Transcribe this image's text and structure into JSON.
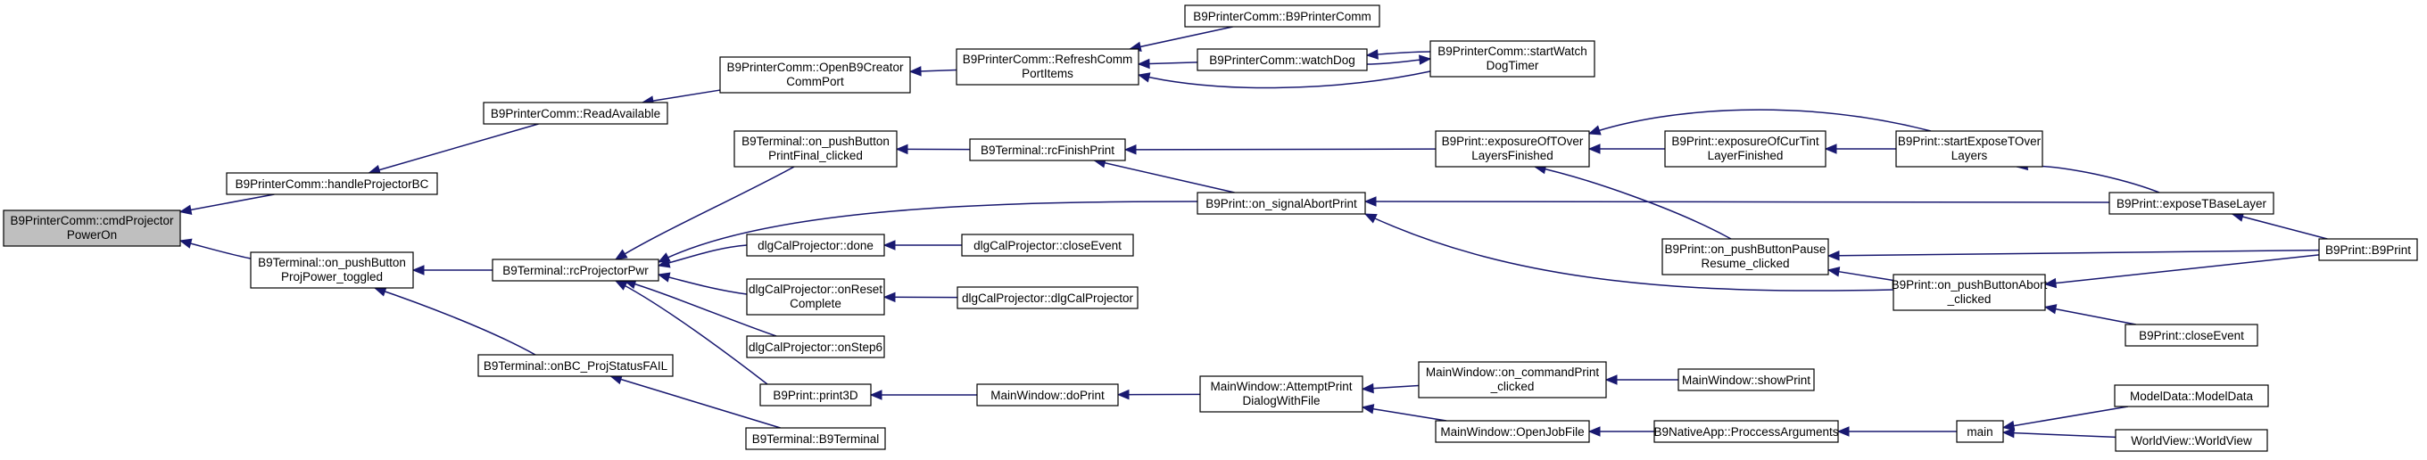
{
  "diagram": {
    "type": "call-graph",
    "colors": {
      "edge": "#191970",
      "node_border": "#000000",
      "node_fill": "#ffffff",
      "root_fill": "#bfbfbf"
    },
    "nodes": [
      {
        "id": "cmdProjectorPowerOn",
        "lines": [
          "B9PrinterComm::cmdProjector",
          "PowerOn"
        ],
        "root": true
      },
      {
        "id": "handleProjectorBC",
        "lines": [
          "B9PrinterComm::handleProjectorBC"
        ]
      },
      {
        "id": "ReadAvailable",
        "lines": [
          "B9PrinterComm::ReadAvailable"
        ]
      },
      {
        "id": "OpenB9CreatorCommPort",
        "lines": [
          "B9PrinterComm::OpenB9Creator",
          "CommPort"
        ]
      },
      {
        "id": "RefreshCommPortItems",
        "lines": [
          "B9PrinterComm::RefreshComm",
          "PortItems"
        ]
      },
      {
        "id": "B9PrinterComm",
        "lines": [
          "B9PrinterComm::B9PrinterComm"
        ]
      },
      {
        "id": "watchDog",
        "lines": [
          "B9PrinterComm::watchDog"
        ]
      },
      {
        "id": "startWatchDogTimer",
        "lines": [
          "B9PrinterComm::startWatch",
          "DogTimer"
        ]
      },
      {
        "id": "on_pushButtonProjPower_toggled",
        "lines": [
          "B9Terminal::on_pushButton",
          "ProjPower_toggled"
        ]
      },
      {
        "id": "rcProjectorPwr",
        "lines": [
          "B9Terminal::rcProjectorPwr"
        ]
      },
      {
        "id": "on_pushButtonPrintFinal_clicked",
        "lines": [
          "B9Terminal::on_pushButton",
          "PrintFinal_clicked"
        ]
      },
      {
        "id": "rcFinishPrint",
        "lines": [
          "B9Terminal::rcFinishPrint"
        ]
      },
      {
        "id": "on_signalAbortPrint",
        "lines": [
          "B9Print::on_signalAbortPrint"
        ]
      },
      {
        "id": "exposureOfTOverLayersFinished",
        "lines": [
          "B9Print::exposureOfTOver",
          "LayersFinished"
        ]
      },
      {
        "id": "exposureOfCurTintLayerFinished",
        "lines": [
          "B9Print::exposureOfCurTint",
          "LayerFinished"
        ]
      },
      {
        "id": "startExposeTOverLayers",
        "lines": [
          "B9Print::startExposeTOver",
          "Layers"
        ]
      },
      {
        "id": "exposeTBaseLayer",
        "lines": [
          "B9Print::exposeTBaseLayer"
        ]
      },
      {
        "id": "B9Print",
        "lines": [
          "B9Print::B9Print"
        ]
      },
      {
        "id": "on_pushButtonPauseResume_clicked",
        "lines": [
          "B9Print::on_pushButtonPause",
          "Resume_clicked"
        ]
      },
      {
        "id": "on_pushButtonAbort_clicked",
        "lines": [
          "B9Print::on_pushButtonAbort",
          "_clicked"
        ]
      },
      {
        "id": "B9Print_closeEvent",
        "lines": [
          "B9Print::closeEvent"
        ]
      },
      {
        "id": "done",
        "lines": [
          "dlgCalProjector::done"
        ]
      },
      {
        "id": "dlg_closeEvent",
        "lines": [
          "dlgCalProjector::closeEvent"
        ]
      },
      {
        "id": "onResetComplete",
        "lines": [
          "dlgCalProjector::onReset",
          "Complete"
        ]
      },
      {
        "id": "dlgCalProjector",
        "lines": [
          "dlgCalProjector::dlgCalProjector"
        ]
      },
      {
        "id": "onStep6",
        "lines": [
          "dlgCalProjector::onStep6"
        ]
      },
      {
        "id": "onBC_ProjStatusFAIL",
        "lines": [
          "B9Terminal::onBC_ProjStatusFAIL"
        ]
      },
      {
        "id": "B9Terminal",
        "lines": [
          "B9Terminal::B9Terminal"
        ]
      },
      {
        "id": "print3D",
        "lines": [
          "B9Print::print3D"
        ]
      },
      {
        "id": "doPrint",
        "lines": [
          "MainWindow::doPrint"
        ]
      },
      {
        "id": "AttemptPrintDialogWithFile",
        "lines": [
          "MainWindow::AttemptPrint",
          "DialogWithFile"
        ]
      },
      {
        "id": "on_commandPrint_clicked",
        "lines": [
          "MainWindow::on_commandPrint",
          "_clicked"
        ]
      },
      {
        "id": "showPrint",
        "lines": [
          "MainWindow::showPrint"
        ]
      },
      {
        "id": "OpenJobFile",
        "lines": [
          "MainWindow::OpenJobFile"
        ]
      },
      {
        "id": "ProccessArguments",
        "lines": [
          "B9NativeApp::ProccessArguments"
        ]
      },
      {
        "id": "main",
        "lines": [
          "main"
        ]
      },
      {
        "id": "ModelData",
        "lines": [
          "ModelData::ModelData"
        ]
      },
      {
        "id": "WorldView",
        "lines": [
          "WorldView::WorldView"
        ]
      }
    ],
    "edges": [
      [
        "handleProjectorBC",
        "cmdProjectorPowerOn"
      ],
      [
        "on_pushButtonProjPower_toggled",
        "cmdProjectorPowerOn"
      ],
      [
        "ReadAvailable",
        "handleProjectorBC"
      ],
      [
        "OpenB9CreatorCommPort",
        "ReadAvailable"
      ],
      [
        "RefreshCommPortItems",
        "OpenB9CreatorCommPort"
      ],
      [
        "B9PrinterComm",
        "RefreshCommPortItems"
      ],
      [
        "watchDog",
        "RefreshCommPortItems"
      ],
      [
        "startWatchDogTimer",
        "RefreshCommPortItems"
      ],
      [
        "startWatchDogTimer",
        "watchDog"
      ],
      [
        "watchDog",
        "startWatchDogTimer"
      ],
      [
        "rcProjectorPwr",
        "on_pushButtonProjPower_toggled"
      ],
      [
        "onBC_ProjStatusFAIL",
        "on_pushButtonProjPower_toggled"
      ],
      [
        "B9Terminal",
        "onBC_ProjStatusFAIL"
      ],
      [
        "on_pushButtonPrintFinal_clicked",
        "rcProjectorPwr"
      ],
      [
        "on_signalAbortPrint",
        "rcProjectorPwr"
      ],
      [
        "done",
        "rcProjectorPwr"
      ],
      [
        "onResetComplete",
        "rcProjectorPwr"
      ],
      [
        "onStep6",
        "rcProjectorPwr"
      ],
      [
        "print3D",
        "rcProjectorPwr"
      ],
      [
        "rcFinishPrint",
        "on_pushButtonPrintFinal_clicked"
      ],
      [
        "on_signalAbortPrint",
        "rcFinishPrint"
      ],
      [
        "exposureOfTOverLayersFinished",
        "rcFinishPrint"
      ],
      [
        "exposeTBaseLayer",
        "on_signalAbortPrint"
      ],
      [
        "on_pushButtonAbort_clicked",
        "on_signalAbortPrint"
      ],
      [
        "exposureOfCurTintLayerFinished",
        "exposureOfTOverLayersFinished"
      ],
      [
        "startExposeTOverLayers",
        "exposureOfTOverLayersFinished"
      ],
      [
        "on_pushButtonPauseResume_clicked",
        "exposureOfTOverLayersFinished"
      ],
      [
        "startExposeTOverLayers",
        "exposureOfCurTintLayerFinished"
      ],
      [
        "exposeTBaseLayer",
        "startExposeTOverLayers"
      ],
      [
        "B9Print",
        "exposeTBaseLayer"
      ],
      [
        "B9Print",
        "on_pushButtonPauseResume_clicked"
      ],
      [
        "on_pushButtonAbort_clicked",
        "on_pushButtonPauseResume_clicked"
      ],
      [
        "B9Print",
        "on_pushButtonAbort_clicked"
      ],
      [
        "B9Print_closeEvent",
        "on_pushButtonAbort_clicked"
      ],
      [
        "dlg_closeEvent",
        "done"
      ],
      [
        "dlgCalProjector",
        "onResetComplete"
      ],
      [
        "doPrint",
        "print3D"
      ],
      [
        "AttemptPrintDialogWithFile",
        "doPrint"
      ],
      [
        "on_commandPrint_clicked",
        "AttemptPrintDialogWithFile"
      ],
      [
        "OpenJobFile",
        "AttemptPrintDialogWithFile"
      ],
      [
        "showPrint",
        "on_commandPrint_clicked"
      ],
      [
        "ProccessArguments",
        "OpenJobFile"
      ],
      [
        "main",
        "ProccessArguments"
      ],
      [
        "ModelData",
        "main"
      ],
      [
        "WorldView",
        "main"
      ]
    ]
  }
}
